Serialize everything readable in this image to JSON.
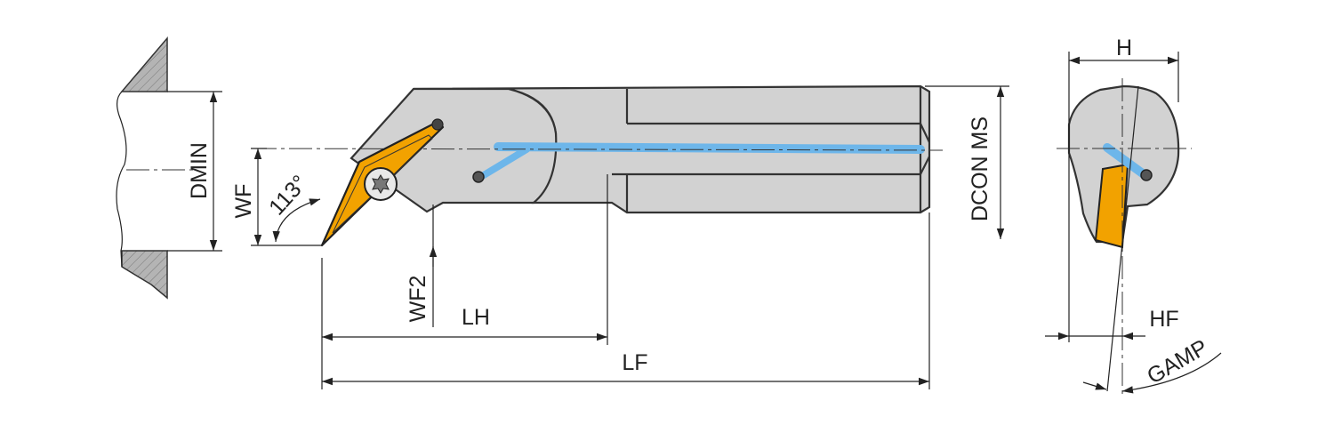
{
  "diagram": {
    "title": "Boring bar dimension drawing",
    "labels": {
      "dmin": "DMIN",
      "wf": "WF",
      "angle": "113°",
      "wf2": "WF2",
      "lh": "LH",
      "lf": "LF",
      "dcon_ms": "DCON MS",
      "h": "H",
      "hf": "HF",
      "gamp": "GAMP"
    },
    "colors": {
      "body": "#d2d2d2",
      "insert": "#f2a200",
      "coolant": "#6db6ea",
      "hatch": "#a8a8a8",
      "line": "#222222"
    }
  }
}
